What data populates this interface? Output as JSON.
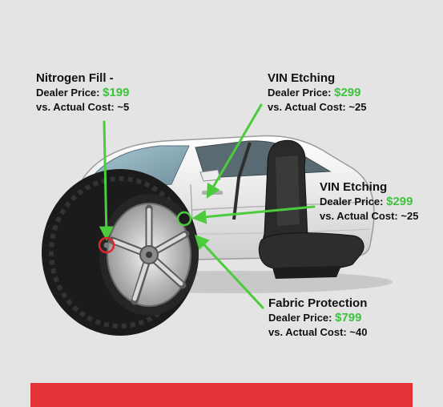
{
  "callouts": [
    {
      "title": "Nitrogen Fill -",
      "price_label": "Dealer Price:",
      "price": "$199",
      "cost_label": "vs. Actual Cost:",
      "cost": "~5"
    },
    {
      "title": "VIN Etching",
      "price_label": "Dealer Price:",
      "price": "$299",
      "cost_label": "vs. Actual Cost:",
      "cost": "~25"
    },
    {
      "title": "VIN Etching",
      "price_label": "Dealer Price:",
      "price": "$299",
      "cost_label": "vs. Actual Cost:",
      "cost": "~25"
    },
    {
      "title": "Fabric Protection",
      "price_label": "Dealer Price:",
      "price": "$799",
      "cost_label": "vs. Actual Cost:",
      "cost": "~40"
    }
  ],
  "colors": {
    "background": "#e4e4e4",
    "price": "#3fc23f",
    "arrow": "#4ccc3c",
    "valve_marker": "#e0262b",
    "footer_bar": "#e43336"
  },
  "icons": [
    "tire-valve-marker",
    "door-marker"
  ]
}
